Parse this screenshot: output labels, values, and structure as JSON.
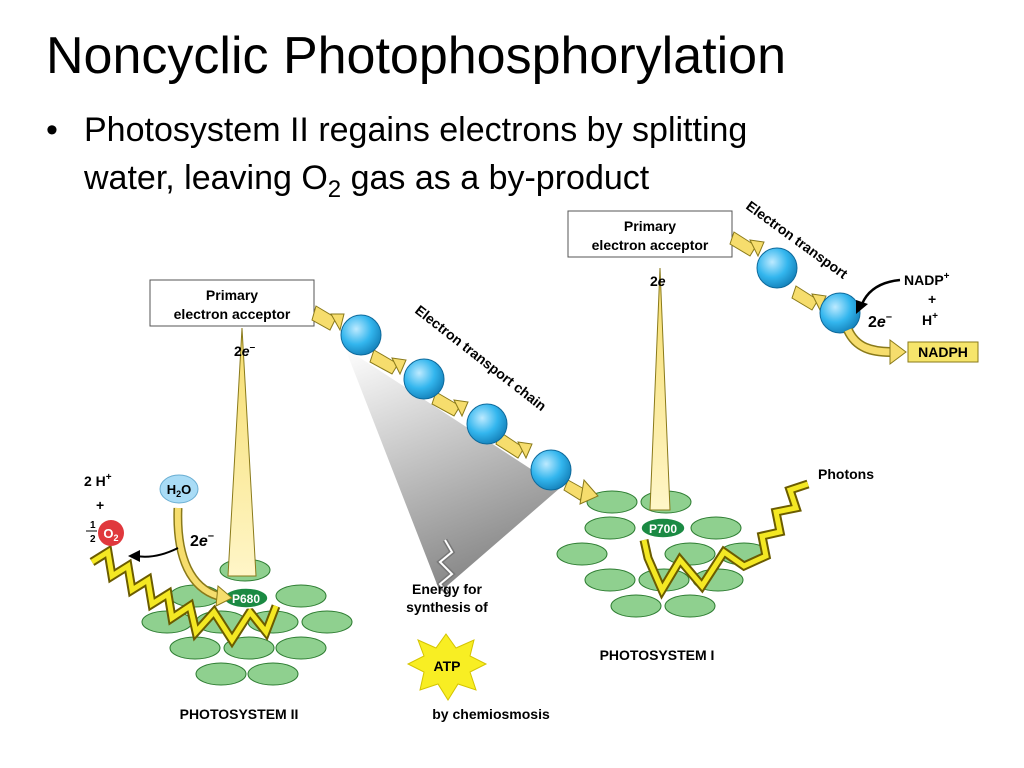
{
  "title": "Noncyclic Photophosphorylation",
  "bullet": {
    "symbol": "•",
    "line1": "Photosystem II regains electrons by splitting",
    "line2_pre": "water, leaving O",
    "line2_sub": "2",
    "line2_post": " gas as a by-product"
  },
  "diagram": {
    "ps2": {
      "acceptor_line1": "Primary",
      "acceptor_line2": "electron acceptor",
      "electrons_2e": "2",
      "electrons_e": "e",
      "electrons_minus": "–",
      "reaction_center": "P680",
      "name": "PHOTOSYSTEM II"
    },
    "water": {
      "h2o_h": "H",
      "h2o_2": "2",
      "h2o_o": "O",
      "protons": "2 H",
      "protons_charge": "+",
      "plus": "+",
      "half_num": "1",
      "half_den": "2",
      "o2_o": "O",
      "o2_2": "2",
      "water_electrons_2e": "2",
      "water_electrons_e": "e",
      "water_electrons_minus": "–"
    },
    "etc1": {
      "label": "Electron transport chain"
    },
    "energy": {
      "line1": "Energy for",
      "line2": "synthesis of",
      "atp": "ATP",
      "method": "by chemiosmosis"
    },
    "ps1": {
      "acceptor_line1": "Primary",
      "acceptor_line2": "electron acceptor",
      "electrons_2e": "2",
      "electrons_e": "e",
      "reaction_center": "P700",
      "name": "PHOTOSYSTEM I",
      "photons": "Photons"
    },
    "etc2": {
      "label": "Electron transport"
    },
    "nadp": {
      "nadp": "NADP",
      "nadp_charge": "+",
      "plus": "+",
      "electrons_2e": "2",
      "electrons_e": "e",
      "electrons_minus": "–",
      "proton": "H",
      "proton_charge": "+",
      "product": "NADPH"
    },
    "colors": {
      "disk": "#8fd08f",
      "disk_stroke": "#2e7d32",
      "reaction_center": "#1b8a43",
      "carrier": "#33b6ee",
      "arrow": "#f6dd6d",
      "light": "#f4e823",
      "o2": "#e0383d",
      "h2o": "#a9dcf6",
      "atp": "#f8ee23",
      "nadph_box": "#f6e56b"
    }
  }
}
